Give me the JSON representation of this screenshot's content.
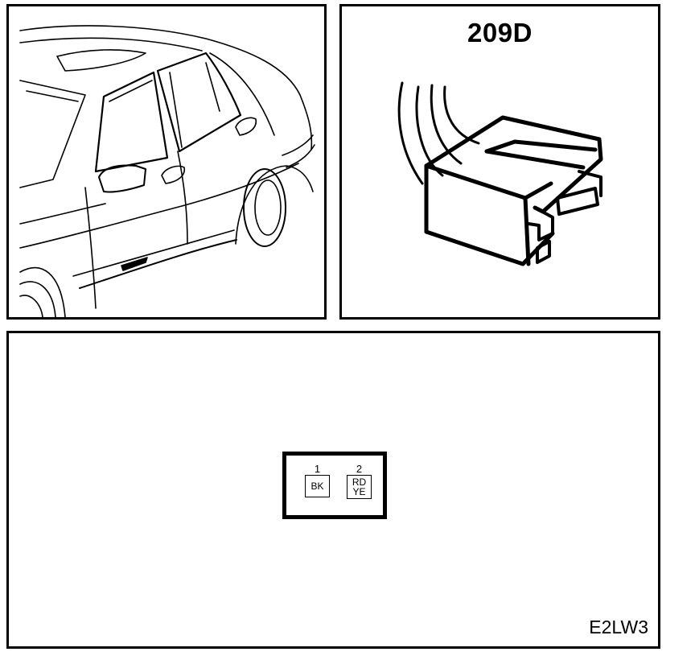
{
  "connector": {
    "id": "209D"
  },
  "pinout": {
    "pins": [
      {
        "number": "1",
        "wire_color": [
          "BK"
        ]
      },
      {
        "number": "2",
        "wire_color": [
          "RD",
          "YE"
        ]
      }
    ]
  },
  "diagram_code": "E2LW3",
  "colors": {
    "ink": "#000000",
    "paper": "#ffffff"
  }
}
